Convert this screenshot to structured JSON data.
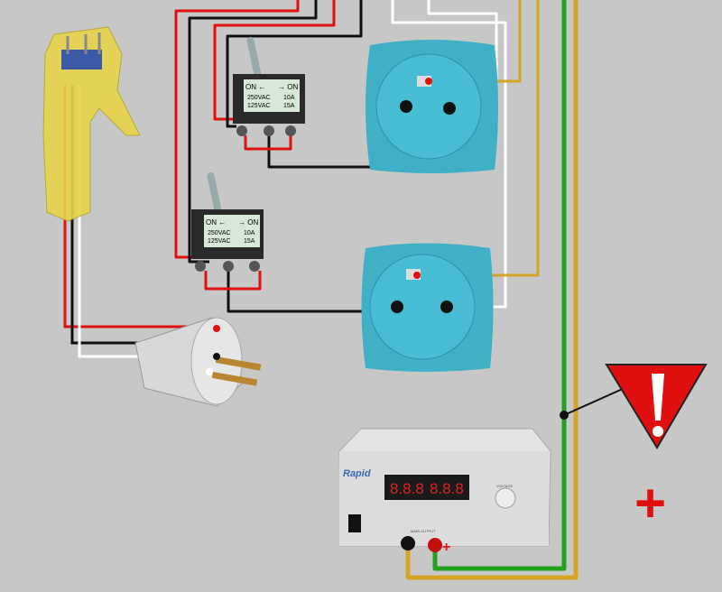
{
  "switches": [
    {
      "left_label": "ON ←",
      "right_label": "→ ON",
      "voltage_1": "250VAC",
      "voltage_2": "125VAC",
      "current_1": "10A",
      "current_2": "15A"
    },
    {
      "left_label": "ON ←",
      "right_label": "→ ON",
      "voltage_1": "250VAC",
      "voltage_2": "125VAC",
      "current_1": "10A",
      "current_2": "15A"
    }
  ],
  "power_supply": {
    "brand": "Rapid",
    "display_volts": "8.8.8",
    "display_amps": "8.8.8",
    "knob_label": "VOLTAGE",
    "output_label": "MAIN OUTPUT",
    "positive_mark": "+"
  },
  "warning": {
    "plus_sign": "+"
  },
  "colors": {
    "red": "#e01010",
    "black": "#111111",
    "white": "#ffffff",
    "tan": "#d6a422",
    "green": "#22a020",
    "socket": "#3fb0c6",
    "controller": "#e8d44a"
  }
}
